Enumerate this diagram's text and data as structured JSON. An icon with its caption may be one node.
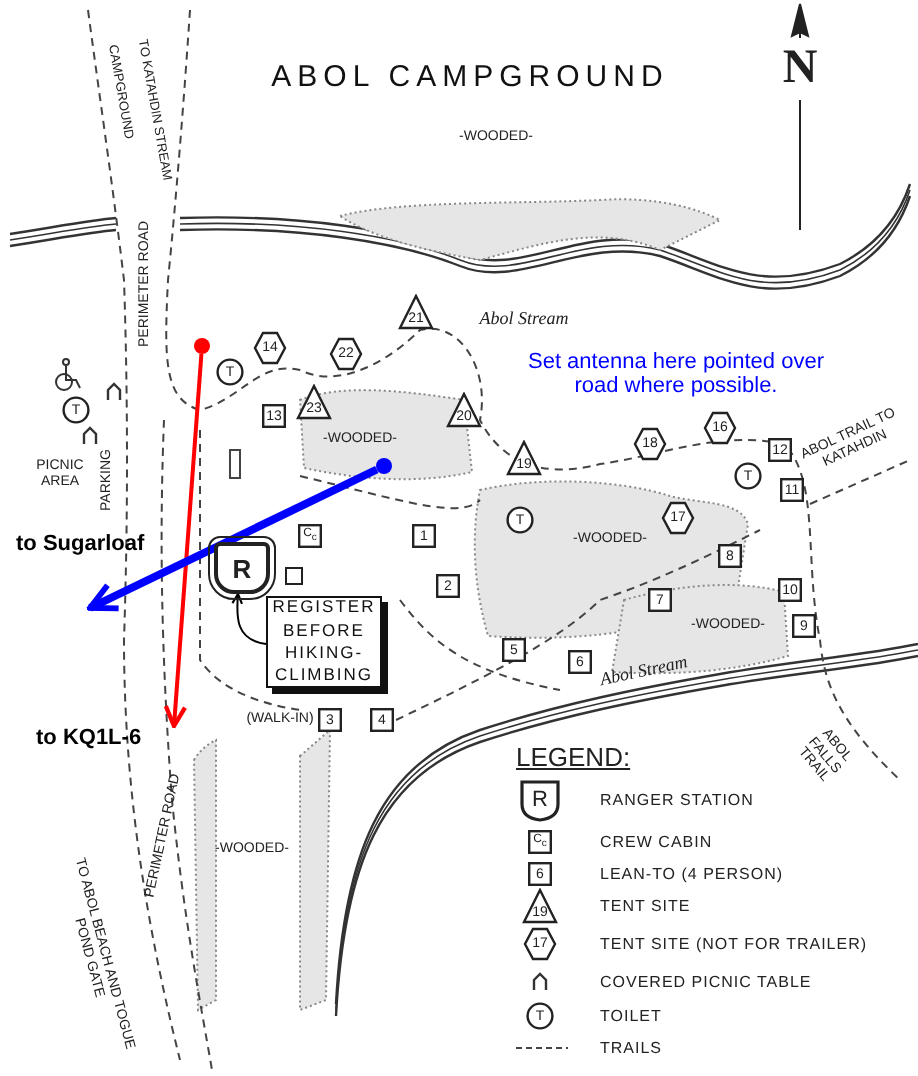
{
  "diagram": {
    "title": "ABOL CAMPGROUND",
    "nodes": [
      {
        "text": [],
        "shape": "circle"
      },
      {
        "text": [],
        "shape": "circle"
      },
      {
        "text": [
          "R"
        ]
      },
      {
        "text": [
          "REGISTER BEFORE HIKING-CLIMBING"
        ]
      },
      {
        "text": [
          "to Sugarloaf"
        ]
      },
      {
        "text": [
          "to KQ1L-6"
        ]
      }
    ],
    "edges": [
      {
        "from": 0,
        "to": 5,
        "arrow": "to",
        "color": "#ff0000"
      },
      {
        "from": 1,
        "to": 4,
        "arrow": "to",
        "color": "#0000ff",
        "style": "thick"
      },
      {
        "from": 3,
        "to": 2,
        "arrow": "to",
        "color": "#000000"
      }
    ],
    "labels": [
      "TO KATAHDIN STREAM",
      "CAMPGROUND",
      "-WOODED-",
      "N",
      "PERIMETER ROAD",
      "Abol Stream",
      "21",
      "14",
      "22",
      "T",
      "T",
      "PICNIC AREA",
      "PARKING",
      "23",
      "13",
      "-WOODED-",
      "20",
      "Set antenna here pointed over road where possible.",
      "19",
      "18",
      "16",
      "12",
      "ABOL TRAIL TO KATAHDIN",
      "11",
      "T",
      "T",
      "17",
      "-WOODED-",
      "C$_{c}$",
      "1",
      "2",
      "8",
      "10",
      "7",
      "-WOODED-",
      "9",
      "5",
      "6",
      "Abol Stream",
      "(WALK-IN)",
      "3",
      "4",
      "ABOL FALLS TRAIL",
      "LEGEND:",
      "PERIMETER ROAD",
      "-WOODED-",
      "TO ABOL BEACH AND TOGUE POND GATE",
      "R",
      "C$_{c}$",
      "6",
      "19",
      "17",
      "T"
    ],
    "legend": [
      {
        "text": "RANGER STATION"
      },
      {
        "text": "CREW CABIN"
      },
      {
        "text": "LEAN-TO (4 PERSON)"
      },
      {
        "text": "TENT SITE"
      },
      {
        "text": "TENT SITE (NOT FOR TRAILER)"
      },
      {
        "text": "COVERED PICNIC TABLE"
      },
      {
        "text": "TOILET"
      },
      {
        "text": "TRAILS"
      }
    ]
  }
}
